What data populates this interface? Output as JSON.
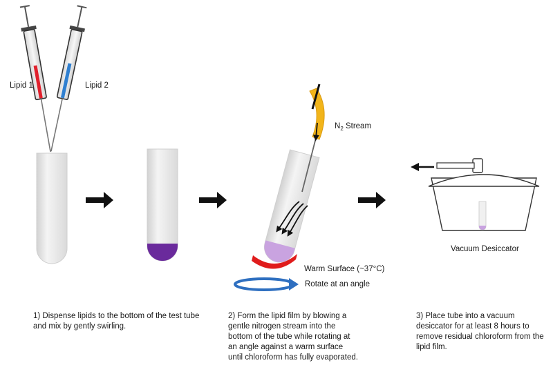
{
  "labels": {
    "lipid1": "Lipid 1",
    "lipid2": "Lipid 2",
    "n2_stream_prefix": "N",
    "n2_stream_sub": "2",
    "n2_stream_suffix": " Stream",
    "warm_surface": "Warm Surface (~37°C)",
    "rotate": "Rotate at an angle",
    "vacuum_desiccator": "Vacuum Desiccator"
  },
  "steps": [
    {
      "text": "1) Dispense lipids to the bottom of the test tube and mix by gently swirling."
    },
    {
      "text": "2) Form the lipid film by blowing a gentle nitrogen stream into the bottom of the tube while rotating at an angle against a warm surface until chloroform has fully evaporated."
    },
    {
      "text": "3) Place tube into a vacuum desiccator for at least 8 hours to remove residual chloroform from the lipid film."
    }
  ],
  "colors": {
    "lipid1": "#e0202c",
    "lipid2": "#2f7fd0",
    "lipid_mix": "#6a2a9c",
    "lipid_film": "#c9a3e0",
    "warm_surface": "#e01c1c",
    "n2_nozzle": "#f2b51a",
    "rotate_arrow": "#2e6fc0",
    "tube": "#e7e7e7"
  }
}
